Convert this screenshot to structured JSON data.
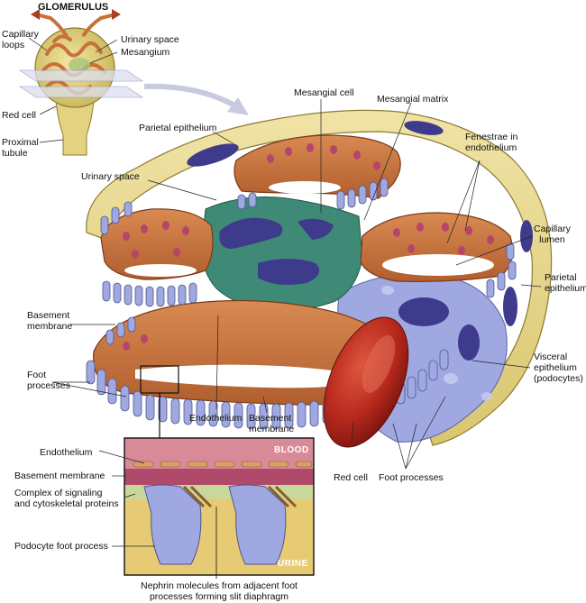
{
  "labels": {
    "glomerulus": "GLOMERULUS",
    "capillary_loops": "Capillary\nloops",
    "urinary_space_top": "Urinary space",
    "mesangium": "Mesangium",
    "red_cell_top": "Red cell",
    "proximal_tubule": "Proximal\ntubule",
    "mesangial_cell": "Mesangial cell",
    "mesangial_matrix": "Mesangial matrix",
    "parietal_epithelium_top": "Parietal epithelium",
    "fenestrae": "Fenestrae in\nendothelium",
    "urinary_space_main": "Urinary space",
    "capillary_lumen": "Capillary\nlumen",
    "parietal_epithelium_right": "Parietal\nepithelium",
    "basement_membrane_left": "Basement\nmembrane",
    "visceral_epithelium": "Visceral\nepithelium\n(podocytes)",
    "foot_processes_left": "Foot\nprocesses",
    "endothelium_mid": "Endothelium",
    "basement_membrane_mid": "Basement\nmembrane",
    "red_cell_bottom": "Red cell",
    "foot_processes_bottom": "Foot processes",
    "inset_endothelium": "Endothelium",
    "inset_basement": "Basement membrane",
    "inset_complex": "Complex of signaling\nand cytoskeletal proteins",
    "inset_podocyte": "Podocyte foot process",
    "inset_nephrin": "Nephrin molecules from adjacent foot\nprocesses forming slit diaphragm",
    "blood": "BLOOD",
    "urine": "URINE"
  },
  "colors": {
    "parietal": "#E6D690",
    "capillary_wall": "#C8703A",
    "capillary_inner": "#E9A46B",
    "lumen": "#FFFFFF",
    "mesangium": "#3E8A77",
    "mesangial_nuclei": "#3E3A8C",
    "podocyte": "#9FA8E0",
    "red_cell": "#B5281C",
    "blood_band": "#D98A98",
    "basement_band": "#B04A6A",
    "urine_band": "#E7CB74",
    "signal_dots": "#7DAA3A"
  }
}
